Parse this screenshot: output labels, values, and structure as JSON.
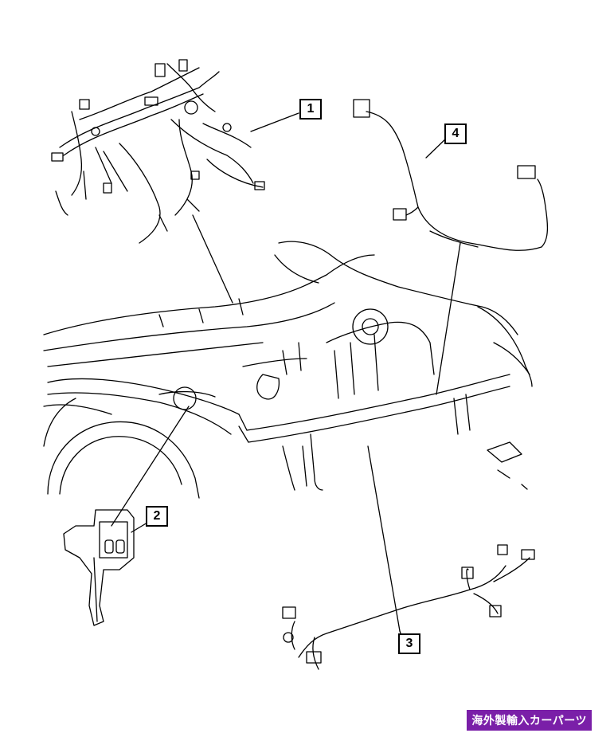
{
  "callouts": [
    {
      "id": "callout-1",
      "label": "1"
    },
    {
      "id": "callout-2",
      "label": "2"
    },
    {
      "id": "callout-3",
      "label": "3"
    },
    {
      "id": "callout-4",
      "label": "4"
    }
  ],
  "watermark": {
    "text": "海外製輸入カーパーツ",
    "background": "#7a1fa8"
  },
  "line_color": "#000000"
}
